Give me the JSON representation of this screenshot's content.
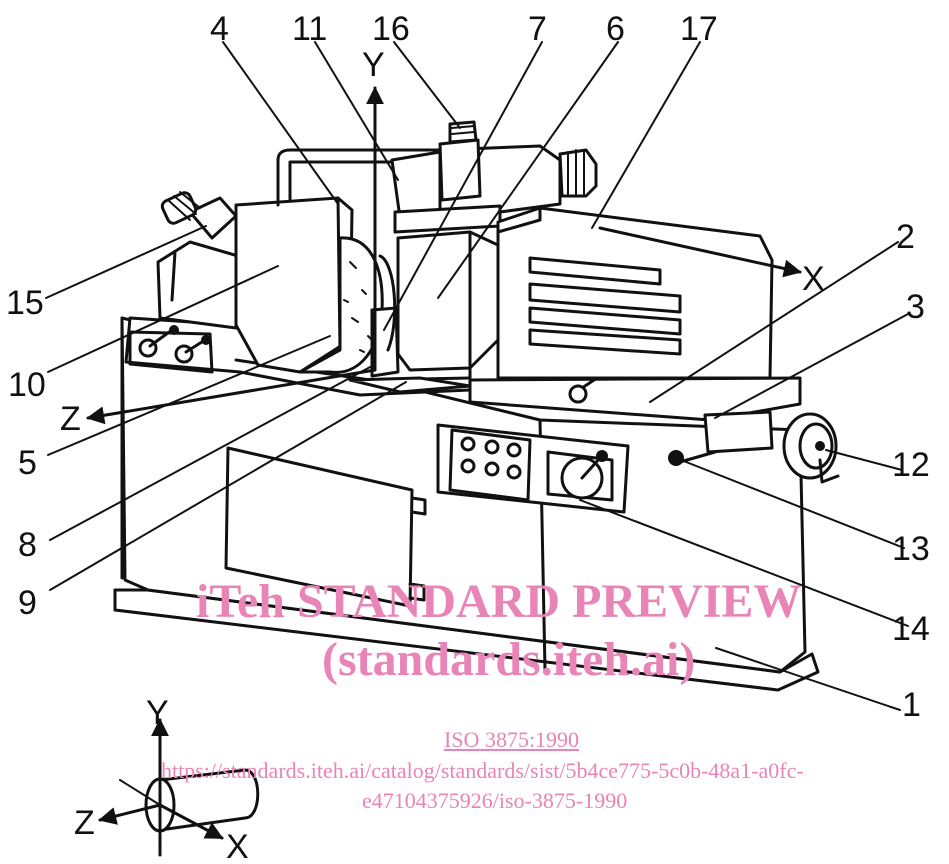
{
  "callouts": [
    "1",
    "2",
    "3",
    "4",
    "5",
    "6",
    "7",
    "8",
    "9",
    "10",
    "11",
    "12",
    "13",
    "14",
    "15",
    "16",
    "17"
  ],
  "axes": {
    "machine": {
      "y": "Y",
      "x": "X",
      "z": "Z"
    },
    "inset": {
      "y": "Y",
      "x": "X",
      "z": "Z"
    }
  },
  "watermark": {
    "line1": "iTeh STANDARD PREVIEW",
    "line2": "(standards.iteh.ai)",
    "standard_ref": "ISO 3875:1990",
    "url_line1": "https://standards.iteh.ai/catalog/standards/sist/5b4ce775-5c0b-48a1-a0fc-",
    "url_line2": "e47104375926/iso-3875-1990"
  },
  "colors": {
    "line": "#111111",
    "watermark": "#e884b6"
  }
}
